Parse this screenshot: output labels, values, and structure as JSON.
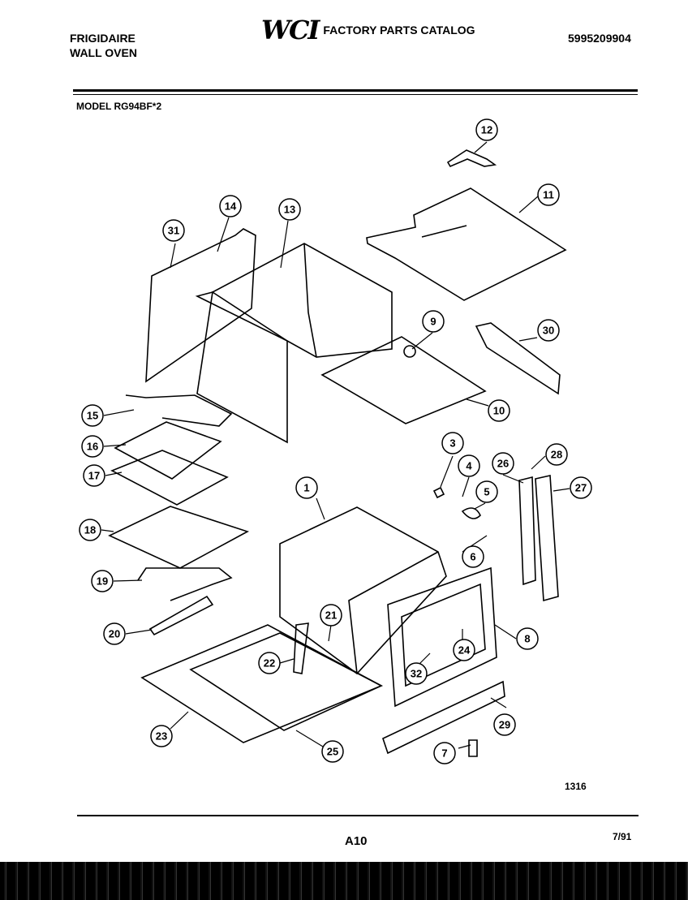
{
  "header": {
    "brand_line1": "FRIGIDAIRE",
    "brand_line2": "WALL OVEN",
    "logo": "WCI",
    "catalog_title": "FACTORY PARTS CATALOG",
    "doc_number": "5995209904",
    "model": "MODEL RG94BF*2"
  },
  "footer": {
    "figure_number": "1316",
    "page_number": "A10",
    "date_code": "7/91"
  },
  "callouts": [
    "1",
    "3",
    "4",
    "5",
    "6",
    "7",
    "8",
    "9",
    "10",
    "11",
    "12",
    "13",
    "14",
    "15",
    "16",
    "17",
    "18",
    "19",
    "20",
    "21",
    "22",
    "23",
    "24",
    "25",
    "26",
    "27",
    "28",
    "29",
    "30",
    "31",
    "32"
  ]
}
